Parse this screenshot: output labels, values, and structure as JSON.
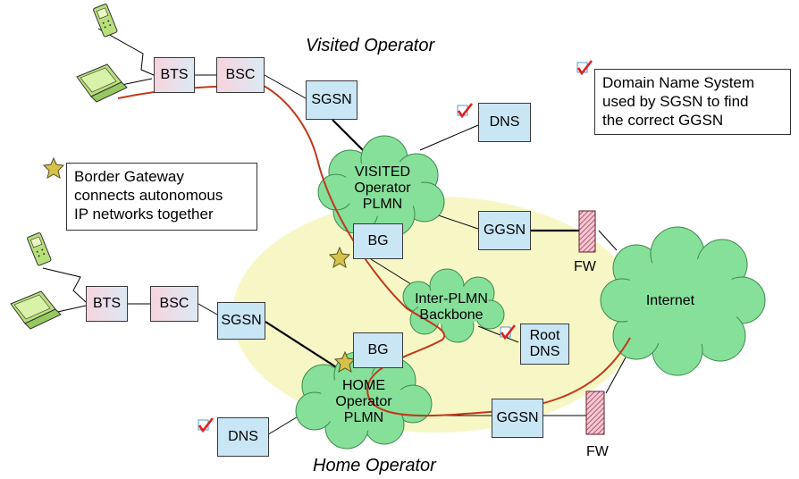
{
  "headings": {
    "visited_operator": "Visited Operator",
    "home_operator": "Home Operator"
  },
  "notes": {
    "dns_note": [
      "Domain Name System",
      "used by SGSN to find",
      "the correct GGSN"
    ],
    "bg_note": [
      "Border Gateway",
      "connects autonomous",
      "IP networks together"
    ]
  },
  "nodes": {
    "bts_visited": "BTS",
    "bsc_visited": "BSC",
    "sgsn_visited": "SGSN",
    "dns_visited": "DNS",
    "ggsn_visited": "GGSN",
    "bg_visited": "BG",
    "bts_home": "BTS",
    "bsc_home": "BSC",
    "sgsn_home": "SGSN",
    "bg_home": "BG",
    "root_dns": [
      "Root",
      "DNS"
    ],
    "dns_home": "DNS",
    "ggsn_home": "GGSN"
  },
  "clouds": {
    "visited_plmn": [
      "VISITED",
      "Operator",
      "PLMN"
    ],
    "inter_plmn": [
      "Inter-PLMN",
      "Backbone"
    ],
    "home_plmn": [
      "HOME",
      "Operator",
      "PLMN"
    ],
    "internet": "Internet"
  },
  "firewalls": {
    "fw_top": "FW",
    "fw_bottom": "FW"
  },
  "colors": {
    "node_fill": "#c9e6f5",
    "radio_node_fill": "#f6d4dd",
    "cloud_fill": "#86e09a",
    "backbone_ellipse": "#f7f7c6",
    "path_line": "#c0391b",
    "check_mark": "#e02020",
    "star": "#c9b84a"
  }
}
